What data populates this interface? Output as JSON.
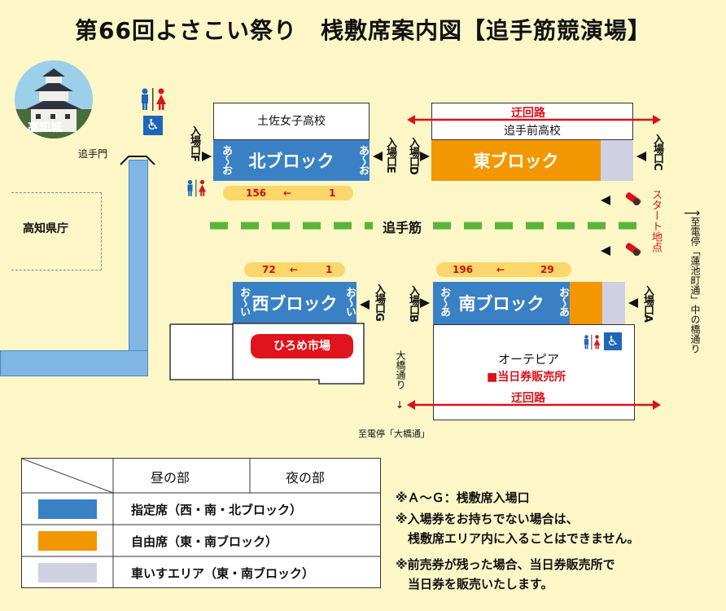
{
  "title": "第66回よさこい祭り　桟敷席案内図【追手筋競演場】",
  "castle_label": "高知城",
  "otemon_label": "追手門",
  "kochi_pref_label": "高知県庁",
  "street_label": "追手筋",
  "detour_label": "迂回路",
  "north": {
    "name": "北ブロック",
    "school": "土佐女子高校",
    "side_label": "あ〜お",
    "range_start": "156",
    "arrow": "←",
    "range_end": "1"
  },
  "east": {
    "name": "東ブロック",
    "school": "追手前高校"
  },
  "west": {
    "name": "西ブロック",
    "side_label": "お〜い",
    "range_start": "72",
    "arrow": "←",
    "range_end": "1",
    "market": "ひろめ市場"
  },
  "south": {
    "name": "南ブロック",
    "side_label": "お〜あ",
    "range_start": "196",
    "arrow": "←",
    "range_end": "29",
    "building": "オーテピア",
    "ticket_office": "■当日券販売所"
  },
  "entrances": {
    "a": "入場口A",
    "b": "入場口B",
    "c": "入場口C",
    "d": "入場口D",
    "e": "入場口E",
    "f": "入場口F",
    "g": "入場口G"
  },
  "start_point": "スタート地点",
  "ohashi_street": "大橋通り",
  "to_ohashi_stop": "至電停「大橋通」",
  "to_hasuike_stop": "至電停「蓮池町通」中の橋通り",
  "legend": {
    "col_day": "昼の部",
    "col_night": "夜の部",
    "rows": [
      {
        "color": "#3a80c4",
        "label": "指定席（西・南・北ブロック）"
      },
      {
        "color": "#f39700",
        "label": "自由席（東・南ブロック）"
      },
      {
        "color": "#cfd0e2",
        "label": "車いすエリア（東・南ブロック）"
      }
    ]
  },
  "notes": [
    "※Ａ～Ｇ：桟敷席入場口",
    "※入場券をお持ちでない場合は、",
    "　桟敷席エリア内に入ることはできません。",
    "※前売券が残った場合、当日券販売所で",
    "　当日券を販売いたします。"
  ],
  "colors": {
    "reserved": "#3a80c4",
    "free": "#f39700",
    "wheelchair": "#cfd0e2",
    "detour": "#d9121b",
    "street": "#5bb43a",
    "road": "#7fb6e4"
  },
  "icons": [
    "restroom-icon",
    "wheelchair-icon",
    "castle-icon",
    "flag-icon"
  ]
}
